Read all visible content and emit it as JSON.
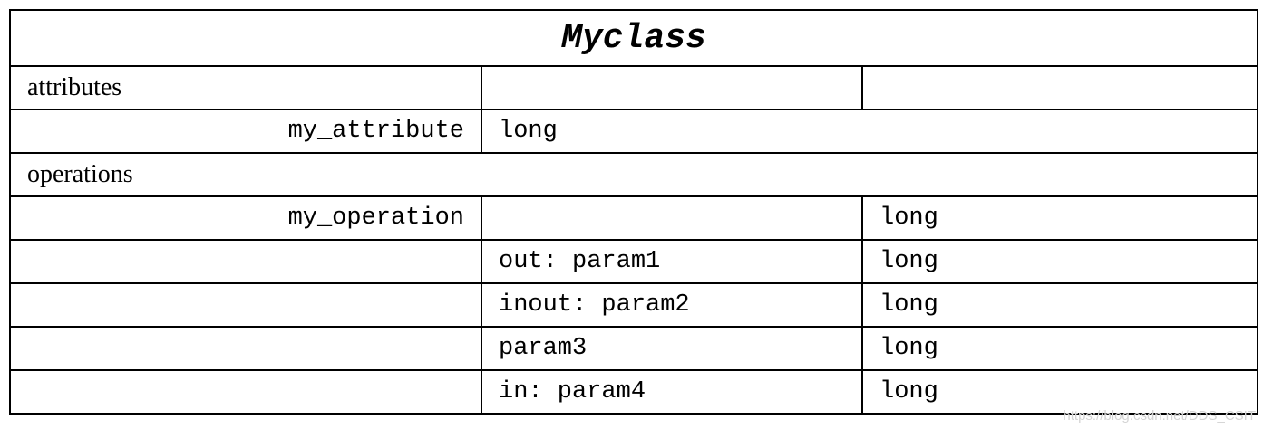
{
  "class_name": "Myclass",
  "attributes": {
    "section_label": "attributes",
    "items": [
      {
        "name": "my_attribute",
        "type": "long"
      }
    ]
  },
  "operations": {
    "section_label": "operations",
    "items": [
      {
        "name": "my_operation",
        "return_type": "long",
        "params": [
          {
            "label": "out: param1",
            "type": "long"
          },
          {
            "label": "inout: param2",
            "type": "long"
          },
          {
            "label": "param3",
            "type": "long"
          },
          {
            "label": "in: param4",
            "type": "long"
          }
        ]
      }
    ]
  },
  "watermark": "https://blog.csdn.net/DDS_CSIT"
}
